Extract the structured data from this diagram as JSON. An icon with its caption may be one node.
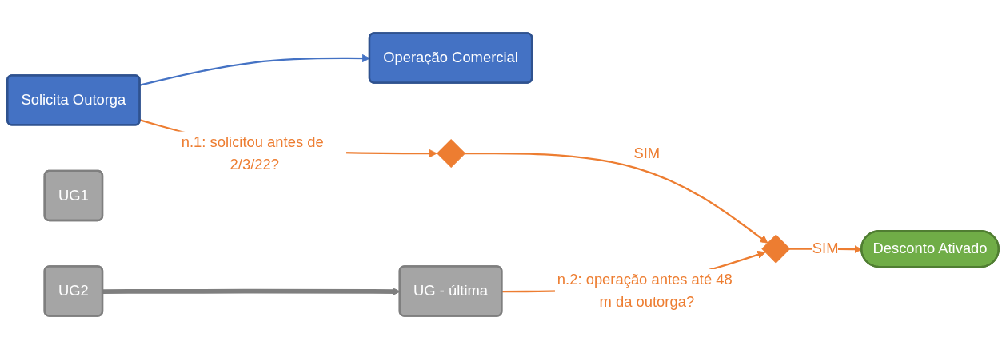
{
  "diagram": {
    "nodes": [
      {
        "text": [
          "Solicita Outorga"
        ]
      },
      {
        "text": [
          "Operação Comercial"
        ]
      },
      {
        "text": [
          "UG1"
        ]
      },
      {
        "text": [
          "UG2"
        ]
      },
      {
        "text": [
          "UG - última"
        ]
      },
      {
        "text": [],
        "shape": "diamond"
      },
      {
        "text": [],
        "shape": "diamond"
      },
      {
        "text": [
          "Desconto Ativado"
        ]
      }
    ],
    "edges": [
      {
        "from": 0,
        "to": 1,
        "arrow": "to",
        "color": "#4472c4"
      },
      {
        "from": 0,
        "to": 5,
        "arrow": "to",
        "label": "n.1: solicitou antes de 2/3/22?"
      },
      {
        "from": 3,
        "to": 4,
        "arrow": "to",
        "style": "thick",
        "color": "#7f7f7f"
      },
      {
        "from": 4,
        "to": 6,
        "arrow": "to",
        "label": "n.2: operação antes até 48 m da outorga?"
      },
      {
        "from": 5,
        "to": 6,
        "arrow": "to",
        "label": "SIM"
      },
      {
        "from": 6,
        "to": 7,
        "arrow": "to",
        "label": "SIM"
      }
    ]
  }
}
